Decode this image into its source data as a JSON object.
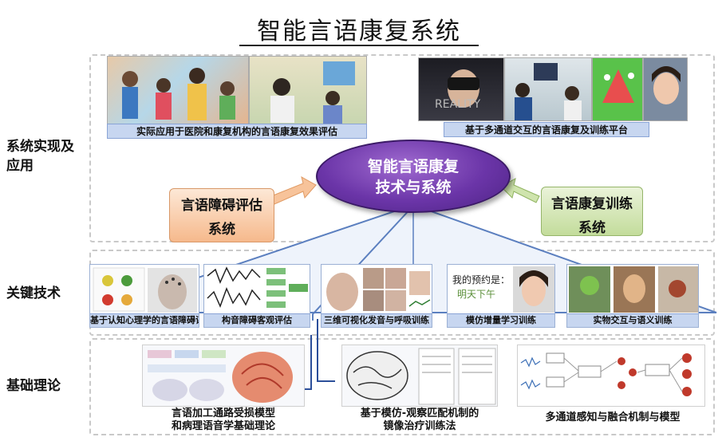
{
  "title": "智能言语康复系统",
  "rows": {
    "application": "系统实现及应用",
    "key_tech": "关键技术",
    "theory": "基础理论"
  },
  "application": {
    "left_caption": "实际应用于医院和康复机构的言语康复效果评估",
    "right_caption": "基于多通道交互的言语康复及训练平台",
    "vr_logo_text": "REALITY"
  },
  "center": {
    "line1": "智能言语康复",
    "line2": "技术与系统"
  },
  "left_box": {
    "line1": "言语障碍评估",
    "line2": "系统"
  },
  "right_box": {
    "line1": "言语康复训练",
    "line2": "系统"
  },
  "tech": [
    "基于认知心理学的言语障碍评估",
    "构音障碍客观评估",
    "三维可视化发音与呼吸训练",
    "模仿增量学习训练",
    "实物交互与语义训练"
  ],
  "tech_screen": {
    "line1": "我的预约是：",
    "line2": "明天下午"
  },
  "theory": [
    {
      "line1": "言语加工通路受损模型",
      "line2": "和病理语音学基础理论"
    },
    {
      "line1": "基于模仿-观察匹配机制的",
      "line2": "镜像治疗训练法"
    },
    {
      "line1": "多通道感知与融合机制与模型",
      "line2": ""
    }
  ],
  "colors": {
    "oval": "#6b35a8",
    "caption_bar": "#c7d6f0",
    "left_box": "#f6b98c",
    "right_box": "#c3dc9b",
    "tent": "#5b7fbf"
  }
}
